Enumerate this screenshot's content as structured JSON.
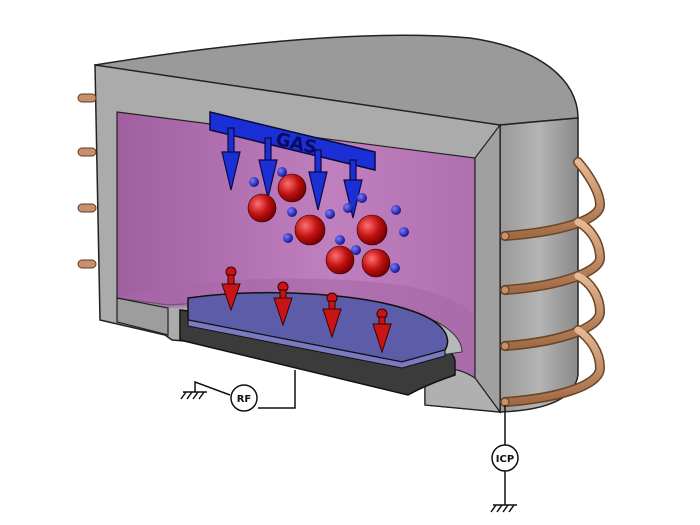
{
  "diagram": {
    "gas_label": "GAS",
    "rf_label": "RF",
    "icp_label": "ICP"
  },
  "colors": {
    "chamber_wall": "#a8a8a8",
    "chamber_top": "#989898",
    "plasma": "#b070b0",
    "gas_manifold": "#1a2fd6",
    "ion": "#c01010",
    "electron": "#1a1ab8",
    "wafer": "#5c5ca8",
    "chuck": "#3a3a3a",
    "coil": "#c8906a"
  }
}
